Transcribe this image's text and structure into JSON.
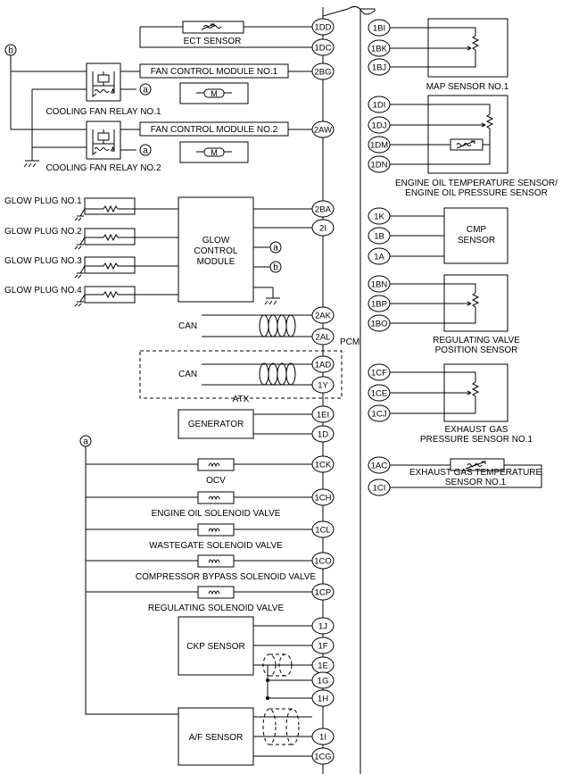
{
  "labels": {
    "ect_sensor": "ECT SENSOR",
    "b": "b",
    "a": "a",
    "fcm1": "FAN CONTROL MODULE NO.1",
    "fcm2": "FAN CONTROL MODULE NO.2",
    "motor": "M",
    "relay1": "COOLING FAN RELAY NO.1",
    "relay2": "COOLING FAN RELAY NO.2",
    "gp1": "GLOW PLUG NO.1",
    "gp2": "GLOW PLUG NO.2",
    "gp3": "GLOW PLUG NO.3",
    "gp4": "GLOW PLUG NO.4",
    "glow1": "GLOW",
    "glow2": "CONTROL",
    "glow3": "MODULE",
    "can": "CAN",
    "atx": "ATX",
    "pcm": "PCM",
    "generator": "GENERATOR",
    "ocv": "OCV",
    "eosv": "ENGINE OIL SOLENOID VALVE",
    "wgsv": "WASTEGATE SOLENOID VALVE",
    "cbsv": "COMPRESSOR BYPASS SOLENOID VALVE",
    "rsv": "REGULATING SOLENOID VALVE",
    "ckp": "CKP SENSOR",
    "af": "A/F SENSOR",
    "map": "MAP SENSOR NO.1",
    "eot1": "ENGINE OIL TEMPERATURE SENSOR/",
    "eot2": "ENGINE OIL PRESSURE SENSOR",
    "cmp1": "CMP",
    "cmp2": "SENSOR",
    "rvps1": "REGULATING VALVE",
    "rvps2": "POSITION SENSOR",
    "egp1": "EXHAUST GAS",
    "egp2": "PRESSURE SENSOR NO.1",
    "egt1": "EXHAUST GAS TEMPERATURE",
    "egt2": "SENSOR NO.1"
  },
  "pins_left": [
    "1DD",
    "1DC",
    "2BG",
    "2AW",
    "2BA",
    "2I",
    "2AK",
    "2AL",
    "1AD",
    "1Y",
    "1EI",
    "1D",
    "1CK",
    "1CH",
    "1CL",
    "1CO",
    "1CP",
    "1J",
    "1F",
    "1E",
    "1G",
    "1H",
    "1I",
    "1CG"
  ],
  "pins_right": [
    "1BI",
    "1BK",
    "1BJ",
    "1DI",
    "1DJ",
    "1DM",
    "1DN",
    "1K",
    "1B",
    "1A",
    "1BN",
    "1BP",
    "1BO",
    "1CF",
    "1CE",
    "1CJ",
    "1AC",
    "1CI"
  ]
}
